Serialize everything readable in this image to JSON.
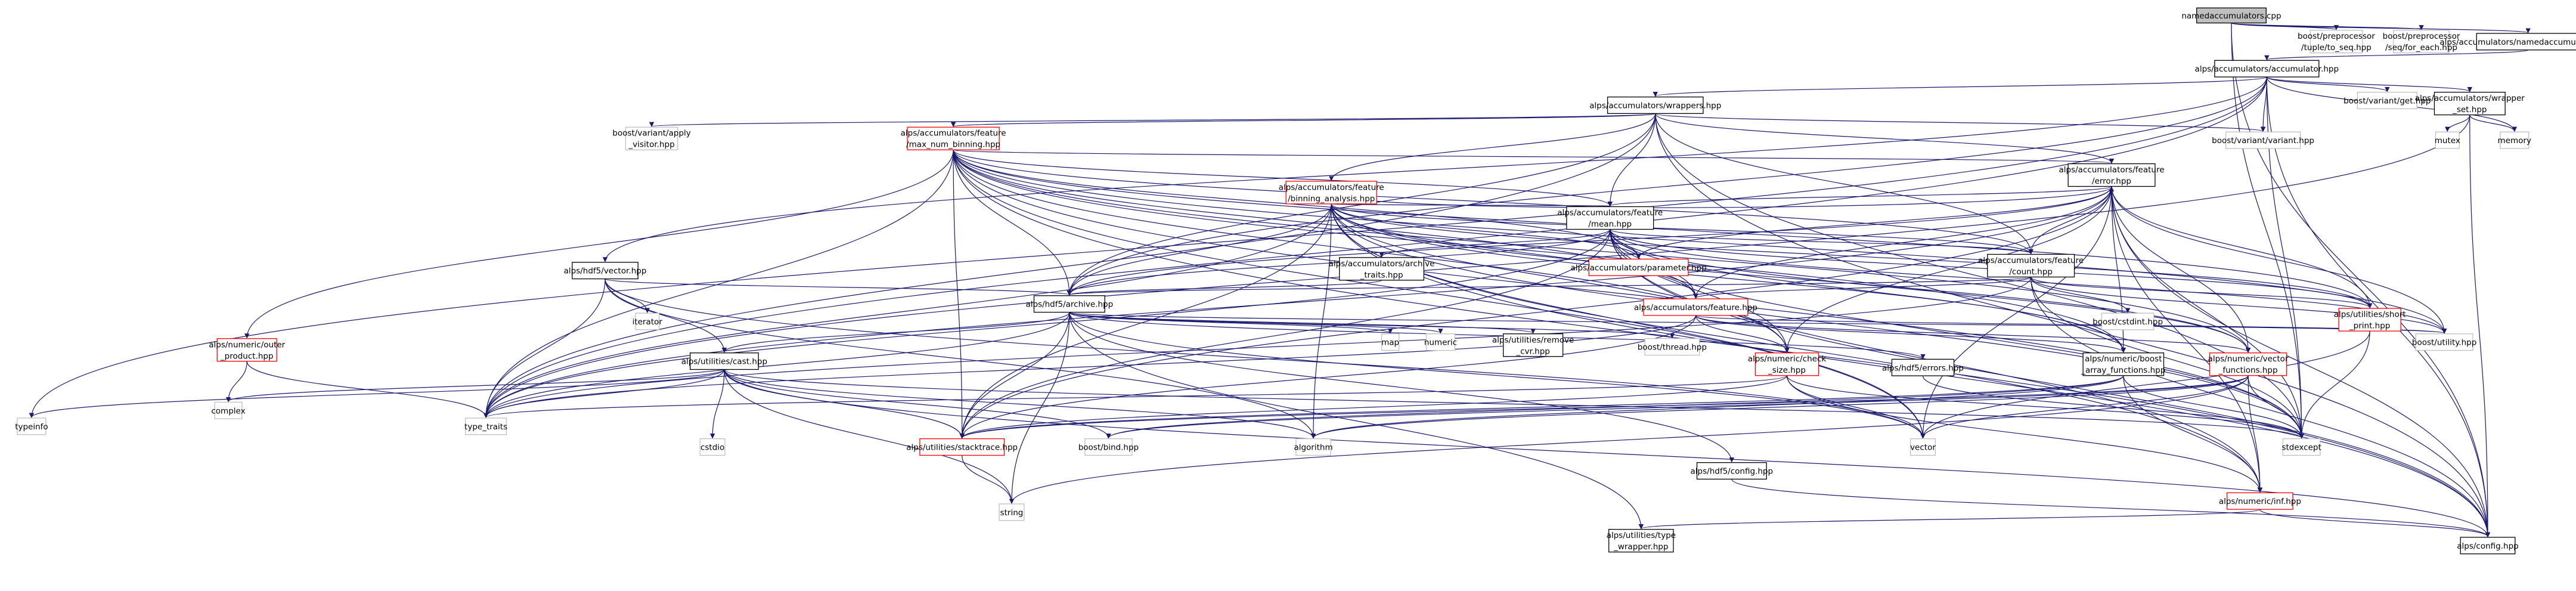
{
  "colors": {
    "edge": "#191970",
    "node_fill": "#ffffff",
    "node_border_documented": "#000000",
    "node_border_truncated": "#ff0000",
    "node_border_external": "#bfbfbf",
    "root_fill": "#bfbfbf",
    "text": "#000000"
  },
  "nodes": [
    {
      "id": "root",
      "lines": [
        "namedaccumulators.cpp"
      ],
      "kind": "root"
    },
    {
      "id": "ppseq",
      "lines": [
        "boost/preprocessor",
        "/tuple/to_seq.hpp"
      ],
      "kind": "external"
    },
    {
      "id": "ppforeach",
      "lines": [
        "boost/preprocessor",
        "/seq/for_each.hpp"
      ],
      "kind": "external"
    },
    {
      "id": "namedacc",
      "lines": [
        "alps/accumulators/namedaccumulators.hpp"
      ],
      "kind": "doc"
    },
    {
      "id": "acc",
      "lines": [
        "alps/accumulators/accumulator.hpp"
      ],
      "kind": "doc"
    },
    {
      "id": "wrappers",
      "lines": [
        "alps/accumulators/wrappers.hpp"
      ],
      "kind": "doc"
    },
    {
      "id": "varget",
      "lines": [
        "boost/variant/get.hpp"
      ],
      "kind": "external"
    },
    {
      "id": "wrapset",
      "lines": [
        "alps/accumulators/wrapper",
        "_set.hpp"
      ],
      "kind": "doc"
    },
    {
      "id": "applyvis",
      "lines": [
        "boost/variant/apply",
        "_visitor.hpp"
      ],
      "kind": "external"
    },
    {
      "id": "maxnum",
      "lines": [
        "alps/accumulators/feature",
        "/max_num_binning.hpp"
      ],
      "kind": "truncated"
    },
    {
      "id": "variant",
      "lines": [
        "boost/variant/variant.hpp"
      ],
      "kind": "external"
    },
    {
      "id": "mutex",
      "lines": [
        "mutex"
      ],
      "kind": "external"
    },
    {
      "id": "memory",
      "lines": [
        "memory"
      ],
      "kind": "external"
    },
    {
      "id": "error",
      "lines": [
        "alps/accumulators/feature",
        "/error.hpp"
      ],
      "kind": "doc"
    },
    {
      "id": "binning",
      "lines": [
        "alps/accumulators/feature",
        "/binning_analysis.hpp"
      ],
      "kind": "truncated"
    },
    {
      "id": "mean",
      "lines": [
        "alps/accumulators/feature",
        "/mean.hpp"
      ],
      "kind": "doc"
    },
    {
      "id": "archtraits",
      "lines": [
        "alps/accumulators/archive",
        "_traits.hpp"
      ],
      "kind": "doc"
    },
    {
      "id": "parameter",
      "lines": [
        "alps/accumulators/parameter.hpp"
      ],
      "kind": "truncated"
    },
    {
      "id": "count",
      "lines": [
        "alps/accumulators/feature",
        "/count.hpp"
      ],
      "kind": "doc"
    },
    {
      "id": "h5vector",
      "lines": [
        "alps/hdf5/vector.hpp"
      ],
      "kind": "doc"
    },
    {
      "id": "iterator",
      "lines": [
        "iterator"
      ],
      "kind": "external"
    },
    {
      "id": "archive",
      "lines": [
        "alps/hdf5/archive.hpp"
      ],
      "kind": "doc"
    },
    {
      "id": "feature",
      "lines": [
        "alps/accumulators/feature.hpp"
      ],
      "kind": "truncated"
    },
    {
      "id": "cstdint",
      "lines": [
        "boost/cstdint.hpp"
      ],
      "kind": "external"
    },
    {
      "id": "shortprint",
      "lines": [
        "alps/utilities/short",
        "_print.hpp"
      ],
      "kind": "truncated"
    },
    {
      "id": "outer",
      "lines": [
        "alps/numeric/outer",
        "_product.hpp"
      ],
      "kind": "truncated"
    },
    {
      "id": "cast",
      "lines": [
        "alps/utilities/cast.hpp"
      ],
      "kind": "doc"
    },
    {
      "id": "map",
      "lines": [
        "map"
      ],
      "kind": "external"
    },
    {
      "id": "numeric",
      "lines": [
        "numeric"
      ],
      "kind": "external"
    },
    {
      "id": "remcvr",
      "lines": [
        "alps/utilities/remove",
        "_cvr.hpp"
      ],
      "kind": "doc"
    },
    {
      "id": "thread",
      "lines": [
        "boost/thread.hpp"
      ],
      "kind": "external"
    },
    {
      "id": "checksize",
      "lines": [
        "alps/numeric/check",
        "_size.hpp"
      ],
      "kind": "truncated"
    },
    {
      "id": "h5errors",
      "lines": [
        "alps/hdf5/errors.hpp"
      ],
      "kind": "doc"
    },
    {
      "id": "boostarr",
      "lines": [
        "alps/numeric/boost",
        "_array_functions.hpp"
      ],
      "kind": "doc"
    },
    {
      "id": "vecfunc",
      "lines": [
        "alps/numeric/vector",
        "_functions.hpp"
      ],
      "kind": "truncated"
    },
    {
      "id": "utility",
      "lines": [
        "boost/utility.hpp"
      ],
      "kind": "external"
    },
    {
      "id": "typeinfo",
      "lines": [
        "typeinfo"
      ],
      "kind": "external"
    },
    {
      "id": "complex",
      "lines": [
        "complex"
      ],
      "kind": "external"
    },
    {
      "id": "typetraits",
      "lines": [
        "type_traits"
      ],
      "kind": "external"
    },
    {
      "id": "cstdio",
      "lines": [
        "cstdio"
      ],
      "kind": "external"
    },
    {
      "id": "stacktrace",
      "lines": [
        "alps/utilities/stacktrace.hpp"
      ],
      "kind": "truncated"
    },
    {
      "id": "bind",
      "lines": [
        "boost/bind.hpp"
      ],
      "kind": "external"
    },
    {
      "id": "algorithm",
      "lines": [
        "algorithm"
      ],
      "kind": "external"
    },
    {
      "id": "h5config",
      "lines": [
        "alps/hdf5/config.hpp"
      ],
      "kind": "doc"
    },
    {
      "id": "vector",
      "lines": [
        "vector"
      ],
      "kind": "external"
    },
    {
      "id": "stdexcept",
      "lines": [
        "stdexcept"
      ],
      "kind": "external"
    },
    {
      "id": "inf",
      "lines": [
        "alps/numeric/inf.hpp"
      ],
      "kind": "truncated"
    },
    {
      "id": "string",
      "lines": [
        "string"
      ],
      "kind": "external"
    },
    {
      "id": "typewrap",
      "lines": [
        "alps/utilities/type",
        "_wrapper.hpp"
      ],
      "kind": "doc"
    },
    {
      "id": "config",
      "lines": [
        "alps/config.hpp"
      ],
      "kind": "doc"
    }
  ],
  "edges": [
    [
      "root",
      "ppseq"
    ],
    [
      "root",
      "ppforeach"
    ],
    [
      "root",
      "namedacc"
    ],
    [
      "root",
      "stdexcept"
    ],
    [
      "root",
      "config"
    ],
    [
      "namedacc",
      "acc"
    ],
    [
      "acc",
      "wrappers"
    ],
    [
      "acc",
      "varget"
    ],
    [
      "acc",
      "wrapset"
    ],
    [
      "acc",
      "variant"
    ],
    [
      "acc",
      "memory"
    ],
    [
      "acc",
      "h5vector"
    ],
    [
      "acc",
      "archive"
    ],
    [
      "acc",
      "typeinfo"
    ],
    [
      "acc",
      "typetraits"
    ],
    [
      "acc",
      "stdexcept"
    ],
    [
      "acc",
      "config"
    ],
    [
      "wrappers",
      "maxnum"
    ],
    [
      "wrappers",
      "binning"
    ],
    [
      "wrappers",
      "error"
    ],
    [
      "wrappers",
      "mean"
    ],
    [
      "wrappers",
      "count"
    ],
    [
      "wrappers",
      "applyvis"
    ],
    [
      "wrappers",
      "variant"
    ],
    [
      "wrappers",
      "archive"
    ],
    [
      "wrappers",
      "typetraits"
    ],
    [
      "wrappers",
      "stdexcept"
    ],
    [
      "wrappers",
      "config"
    ],
    [
      "wrapset",
      "mutex"
    ],
    [
      "wrapset",
      "memory"
    ],
    [
      "wrapset",
      "config"
    ],
    [
      "wrapset",
      "typetraits"
    ],
    [
      "maxnum",
      "error"
    ],
    [
      "maxnum",
      "mean"
    ],
    [
      "maxnum",
      "count"
    ],
    [
      "maxnum",
      "parameter"
    ],
    [
      "maxnum",
      "feature"
    ],
    [
      "maxnum",
      "archive"
    ],
    [
      "maxnum",
      "shortprint"
    ],
    [
      "maxnum",
      "outer"
    ],
    [
      "maxnum",
      "checksize"
    ],
    [
      "maxnum",
      "boostarr"
    ],
    [
      "maxnum",
      "vecfunc"
    ],
    [
      "maxnum",
      "utility"
    ],
    [
      "maxnum",
      "typetraits"
    ],
    [
      "maxnum",
      "stacktrace"
    ],
    [
      "maxnum",
      "stdexcept"
    ],
    [
      "maxnum",
      "config"
    ],
    [
      "maxnum",
      "vector"
    ],
    [
      "error",
      "mean"
    ],
    [
      "error",
      "count"
    ],
    [
      "error",
      "parameter"
    ],
    [
      "error",
      "feature"
    ],
    [
      "error",
      "archive"
    ],
    [
      "error",
      "shortprint"
    ],
    [
      "error",
      "checksize"
    ],
    [
      "error",
      "boostarr"
    ],
    [
      "error",
      "vecfunc"
    ],
    [
      "error",
      "utility"
    ],
    [
      "error",
      "typetraits"
    ],
    [
      "error",
      "stacktrace"
    ],
    [
      "error",
      "stdexcept"
    ],
    [
      "error",
      "config"
    ],
    [
      "error",
      "vector"
    ],
    [
      "error",
      "inf"
    ],
    [
      "binning",
      "error"
    ],
    [
      "binning",
      "mean"
    ],
    [
      "binning",
      "count"
    ],
    [
      "binning",
      "parameter"
    ],
    [
      "binning",
      "feature"
    ],
    [
      "binning",
      "archive"
    ],
    [
      "binning",
      "shortprint"
    ],
    [
      "binning",
      "checksize"
    ],
    [
      "binning",
      "boostarr"
    ],
    [
      "binning",
      "vecfunc"
    ],
    [
      "binning",
      "typetraits"
    ],
    [
      "binning",
      "stacktrace"
    ],
    [
      "binning",
      "algorithm"
    ],
    [
      "binning",
      "stdexcept"
    ],
    [
      "binning",
      "config"
    ],
    [
      "binning",
      "vector"
    ],
    [
      "binning",
      "inf"
    ],
    [
      "mean",
      "count"
    ],
    [
      "mean",
      "parameter"
    ],
    [
      "mean",
      "feature"
    ],
    [
      "mean",
      "archtraits"
    ],
    [
      "mean",
      "archive"
    ],
    [
      "mean",
      "shortprint"
    ],
    [
      "mean",
      "checksize"
    ],
    [
      "mean",
      "boostarr"
    ],
    [
      "mean",
      "vecfunc"
    ],
    [
      "mean",
      "utility"
    ],
    [
      "mean",
      "typetraits"
    ],
    [
      "mean",
      "stacktrace"
    ],
    [
      "mean",
      "stdexcept"
    ],
    [
      "mean",
      "config"
    ],
    [
      "mean",
      "inf"
    ],
    [
      "archtraits",
      "archive"
    ],
    [
      "count",
      "feature"
    ],
    [
      "count",
      "archive"
    ],
    [
      "count",
      "shortprint"
    ],
    [
      "count",
      "cstdint"
    ],
    [
      "count",
      "utility"
    ],
    [
      "count",
      "stdexcept"
    ],
    [
      "count",
      "config"
    ],
    [
      "count",
      "typetraits"
    ],
    [
      "h5vector",
      "archive"
    ],
    [
      "h5vector",
      "cast"
    ],
    [
      "h5vector",
      "iterator"
    ],
    [
      "h5vector",
      "typetraits"
    ],
    [
      "h5vector",
      "vector"
    ],
    [
      "h5vector",
      "algorithm"
    ],
    [
      "archive",
      "map"
    ],
    [
      "archive",
      "numeric"
    ],
    [
      "archive",
      "remcvr"
    ],
    [
      "archive",
      "thread"
    ],
    [
      "archive",
      "h5errors"
    ],
    [
      "archive",
      "h5config"
    ],
    [
      "archive",
      "cast"
    ],
    [
      "archive",
      "stacktrace"
    ],
    [
      "archive",
      "typewrap"
    ],
    [
      "archive",
      "typetraits"
    ],
    [
      "archive",
      "vector"
    ],
    [
      "archive",
      "string"
    ],
    [
      "archive",
      "utility"
    ],
    [
      "feature",
      "checksize"
    ],
    [
      "feature",
      "boostarr"
    ],
    [
      "feature",
      "vecfunc"
    ],
    [
      "feature",
      "utility"
    ],
    [
      "feature",
      "stacktrace"
    ],
    [
      "feature",
      "typetraits"
    ],
    [
      "shortprint",
      "vector"
    ],
    [
      "shortprint",
      "stdexcept"
    ],
    [
      "outer",
      "complex"
    ],
    [
      "outer",
      "typetraits"
    ],
    [
      "cast",
      "typeinfo"
    ],
    [
      "cast",
      "complex"
    ],
    [
      "cast",
      "typetraits"
    ],
    [
      "cast",
      "cstdio"
    ],
    [
      "cast",
      "stacktrace"
    ],
    [
      "cast",
      "bind"
    ],
    [
      "cast",
      "algorithm"
    ],
    [
      "cast",
      "string"
    ],
    [
      "cast",
      "config"
    ],
    [
      "cast",
      "stdexcept"
    ],
    [
      "checksize",
      "stacktrace"
    ],
    [
      "checksize",
      "typetraits"
    ],
    [
      "checksize",
      "vector"
    ],
    [
      "checksize",
      "inf"
    ],
    [
      "checksize",
      "stdexcept"
    ],
    [
      "h5errors",
      "stdexcept"
    ],
    [
      "boostarr",
      "stacktrace"
    ],
    [
      "boostarr",
      "bind"
    ],
    [
      "boostarr",
      "algorithm"
    ],
    [
      "boostarr",
      "inf"
    ],
    [
      "boostarr",
      "stdexcept"
    ],
    [
      "vecfunc",
      "stacktrace"
    ],
    [
      "vecfunc",
      "bind"
    ],
    [
      "vecfunc",
      "algorithm"
    ],
    [
      "vecfunc",
      "vector"
    ],
    [
      "vecfunc",
      "inf"
    ],
    [
      "vecfunc",
      "stdexcept"
    ],
    [
      "vecfunc",
      "string"
    ],
    [
      "stacktrace",
      "string"
    ],
    [
      "h5config",
      "config"
    ],
    [
      "inf",
      "typewrap"
    ],
    [
      "inf",
      "config"
    ]
  ]
}
